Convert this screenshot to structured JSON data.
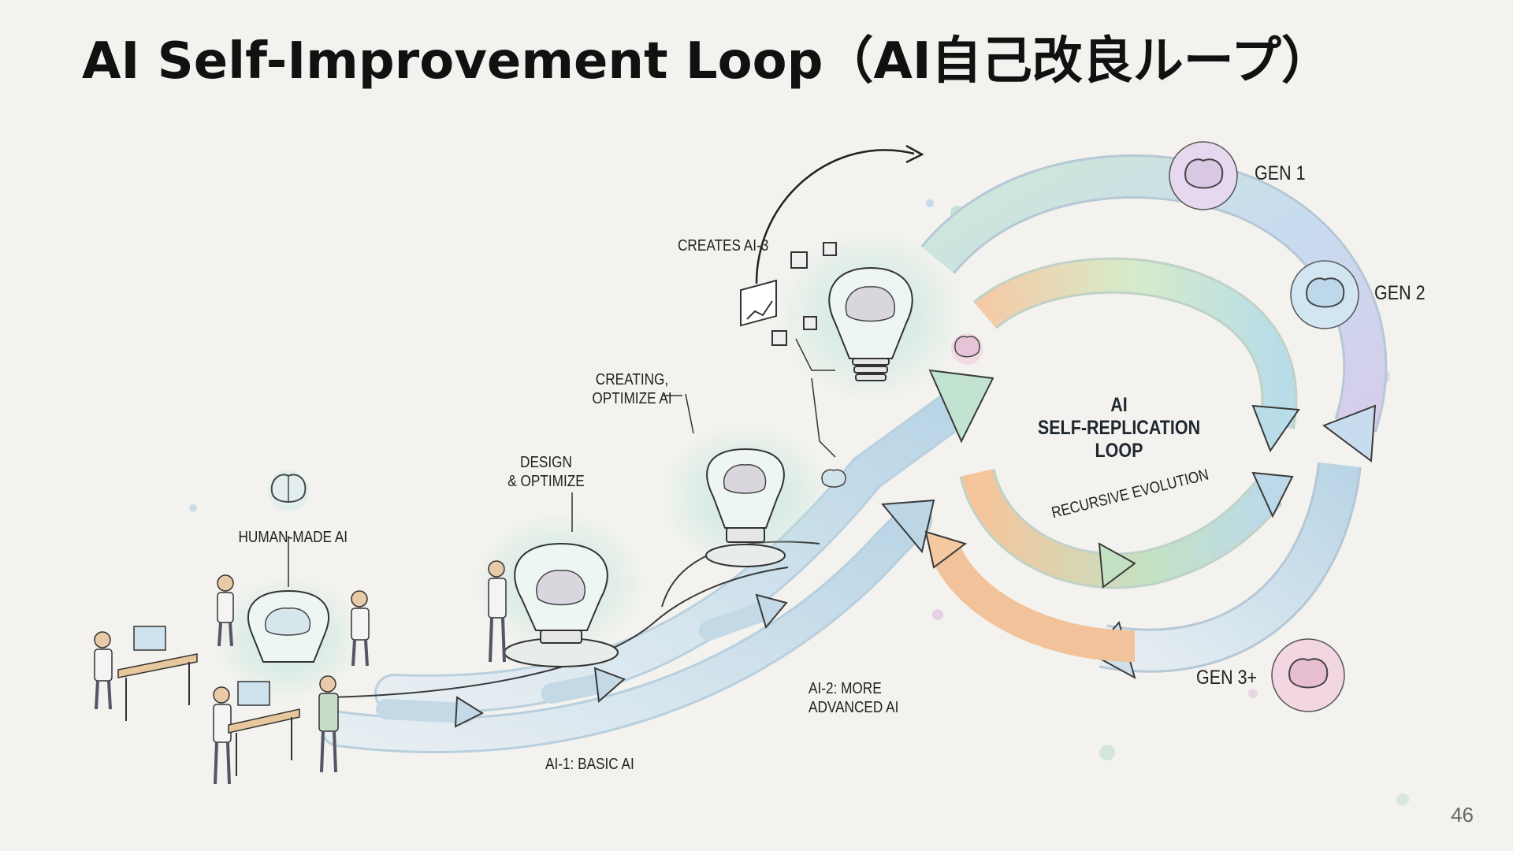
{
  "slide": {
    "title": "AI Self-Improvement Loop（AI自己改良ループ）",
    "page_number": "46"
  },
  "labels": {
    "human_made_ai": "HUMAN-MADE AI",
    "design_optimize": [
      "DESIGN",
      "& OPTIMIZE"
    ],
    "creating_optimize": [
      "CREATING,",
      "OPTIMIZE AI"
    ],
    "creates_ai3": "CREATES AI-3",
    "ai1": "AI-1: BASIC AI",
    "ai2": [
      "AI-2: MORE",
      "ADVANCED AI"
    ],
    "loop_title": [
      "AI",
      "SELF-REPLICATION",
      "LOOP"
    ],
    "recursive": "RECURSIVE EVOLUTION",
    "gen1": "GEN 1",
    "gen2": "GEN 2",
    "gen3": "GEN 3+"
  },
  "icons": [
    "brain-icon",
    "lightbulb-icon",
    "scientist-icon",
    "computer-icon",
    "chart-icon",
    "cube-icon"
  ],
  "colors": {
    "background": "#f3f2ee",
    "arrow_blue": "#bcd6e6",
    "arrow_green": "#c7e6c9",
    "arrow_orange": "#f5c9a0",
    "glow_teal": "#bfe6dc",
    "gen_purple": "#e6d8ee",
    "gen_pink": "#f2d6e2"
  }
}
